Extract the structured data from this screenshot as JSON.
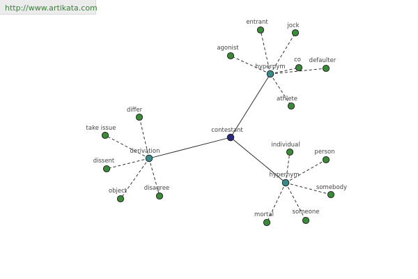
{
  "site_url": "http://www.artikata.com",
  "colors": {
    "center": "#2a2a7a",
    "hub": "#3b8a8a",
    "leaf": "#3a8a3a",
    "stroke": "#1a1a1a"
  },
  "center_label": "contestant",
  "groups": [
    {
      "label": "hypernym",
      "leaves": [
        "entrant",
        "jock",
        "agonist",
        "co",
        "defaulter",
        "athlete"
      ]
    },
    {
      "label": "derivation",
      "leaves": [
        "differ",
        "take issue",
        "dissent",
        "object",
        "disagree"
      ]
    },
    {
      "label": "hypernym",
      "leaves": [
        "individual",
        "person",
        "somebody",
        "someone",
        "mortal"
      ]
    }
  ]
}
